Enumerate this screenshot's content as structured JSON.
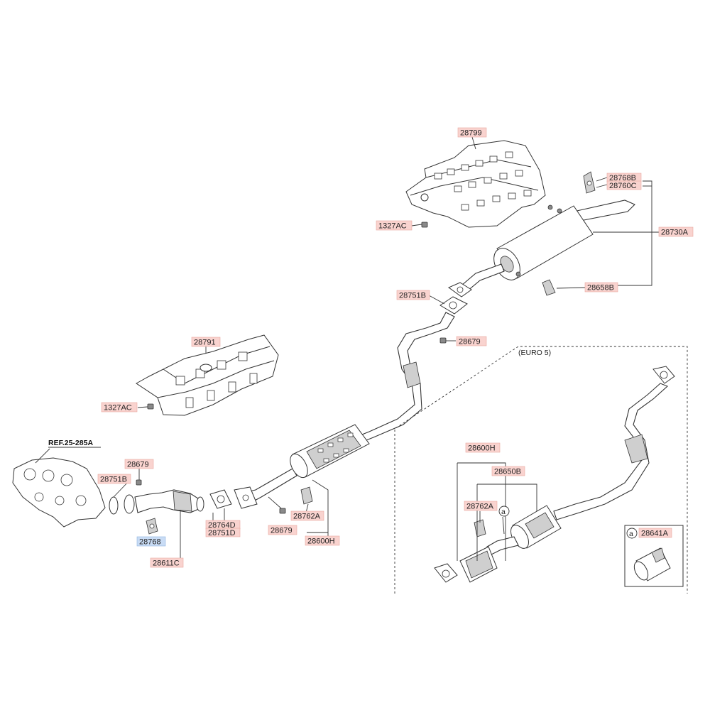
{
  "references": {
    "engine_ref": "REF.25-285A",
    "variant_note": "(EURO 5)",
    "inset_marker": "a"
  },
  "labels": {
    "heat_protector_rear": "28799",
    "nut_rear": "1327AC",
    "hanger_top_b": "28768B",
    "hanger_top_c": "28760C",
    "muffler_rear": "28730A",
    "gasket_center": "28751B",
    "nut_center": "28679",
    "hanger_rear": "28658B",
    "heat_protector_front": "28791",
    "nut_front": "1327AC",
    "gasket_front": "28751B",
    "nut_front_pipe": "28679",
    "hanger_front": "28768",
    "front_pipe": "28611C",
    "gasket_d": "28764D",
    "gasket_mid": "28751D",
    "nut_mid": "28679",
    "hanger_mid": "28762A",
    "center_muffler": "28600H",
    "euro_muffler": "28600H",
    "euro_pipe": "28650B",
    "euro_hanger": "28762A",
    "clamp": "28641A"
  }
}
